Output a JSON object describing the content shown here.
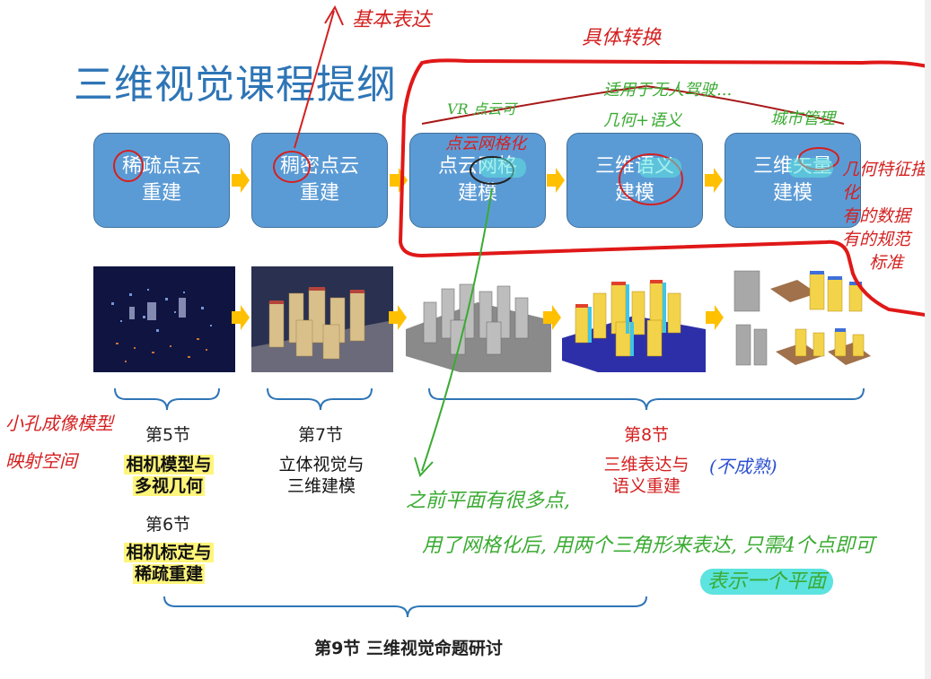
{
  "title": "三维视觉课程提纲",
  "stages": [
    {
      "line1": "稀疏点云",
      "line2": "重建"
    },
    {
      "line1": "稠密点云",
      "line2": "重建"
    },
    {
      "line1": "点云网格",
      "line2": "建模"
    },
    {
      "line1": "三维语义",
      "line2": "建模"
    },
    {
      "line1": "三维矢量",
      "line2": "建模"
    }
  ],
  "sections": {
    "s5": {
      "num": "第5节",
      "line1": "相机模型与",
      "line2": "多视几何"
    },
    "s6": {
      "num": "第6节",
      "line1": "相机标定与",
      "line2": "稀疏重建"
    },
    "s7": {
      "num": "第7节",
      "line1": "立体视觉与",
      "line2": "三维建模"
    },
    "s8": {
      "num": "第8节",
      "line1": "三维表达与",
      "line2": "语义重建"
    },
    "s9": {
      "label": "第9节  三维视觉命题研讨"
    }
  },
  "annotations": {
    "basic": "基本表达",
    "specific": "具体转换",
    "unmanned": "适用于无人驾驶...",
    "geometry": "几何+语义",
    "vr": "VR 点云可",
    "mesh": "点云网格化",
    "city": "城市管理",
    "vector1": "几何特征描化",
    "vector2": "有的数据",
    "vector3": "有的规范",
    "vector4": "标准",
    "camera1": "小孔成像模型",
    "camera2": "映射空间",
    "immature": "(不成熟)",
    "plane1": "之前平面有很多点,",
    "plane2": "用了网格化后, 用两个三角形来表达, 只需4个点即可",
    "plane3": "表示一个平面"
  },
  "colors": {
    "stage_fill": "#5b9bd5",
    "title": "#2e75b6",
    "arrow": "#ffc000",
    "red_ink": "#d42020",
    "green_ink": "#3aab32"
  }
}
